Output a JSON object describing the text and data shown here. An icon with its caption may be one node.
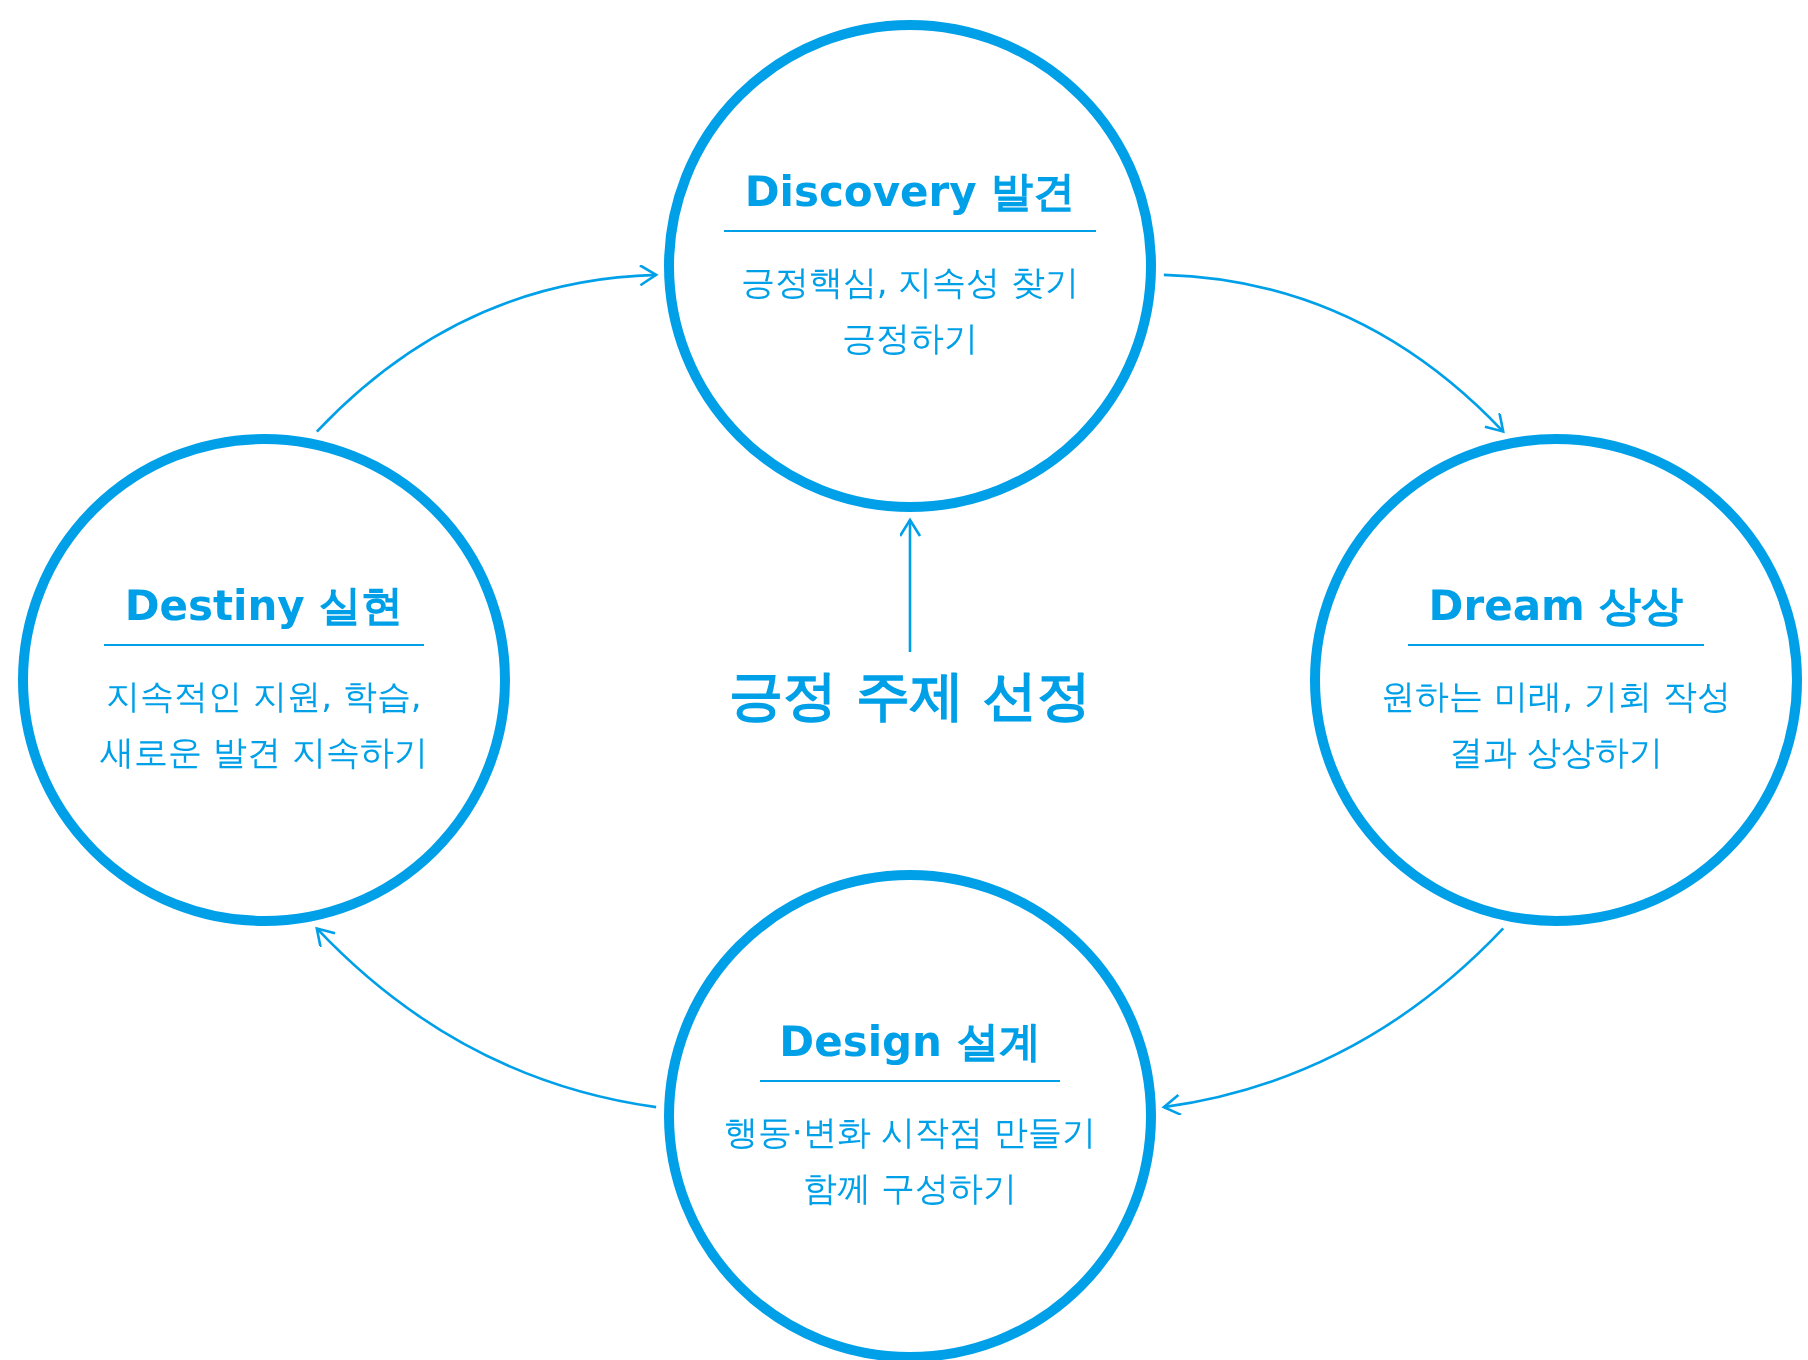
{
  "diagram": {
    "nodes": [
      {
        "text": [
          "Discovery 발견",
          "긍정핵심, 지속성 찾기 긍정하기"
        ]
      },
      {
        "text": [
          "Destiny 실현",
          "지속적인 지원, 학습, 새로운 발견 지속하기"
        ]
      },
      {
        "text": [
          "긍정 주제 선정"
        ]
      },
      {
        "text": [
          "Dream 상상",
          "원하는 미래, 기회 작성 결과 상상하기"
        ]
      },
      {
        "text": [
          "Design 설계",
          "행동·변화 시작점 만들기 함께 구성하기"
        ]
      }
    ],
    "edges": [
      {
        "from": 1,
        "to": 0,
        "arrow": "to"
      },
      {
        "from": 0,
        "to": 3,
        "arrow": "to"
      },
      {
        "from": 3,
        "to": 4,
        "arrow": "to"
      },
      {
        "from": 4,
        "to": 1,
        "arrow": "to"
      },
      {
        "from": 2,
        "to": 0,
        "arrow": "to"
      }
    ]
  }
}
